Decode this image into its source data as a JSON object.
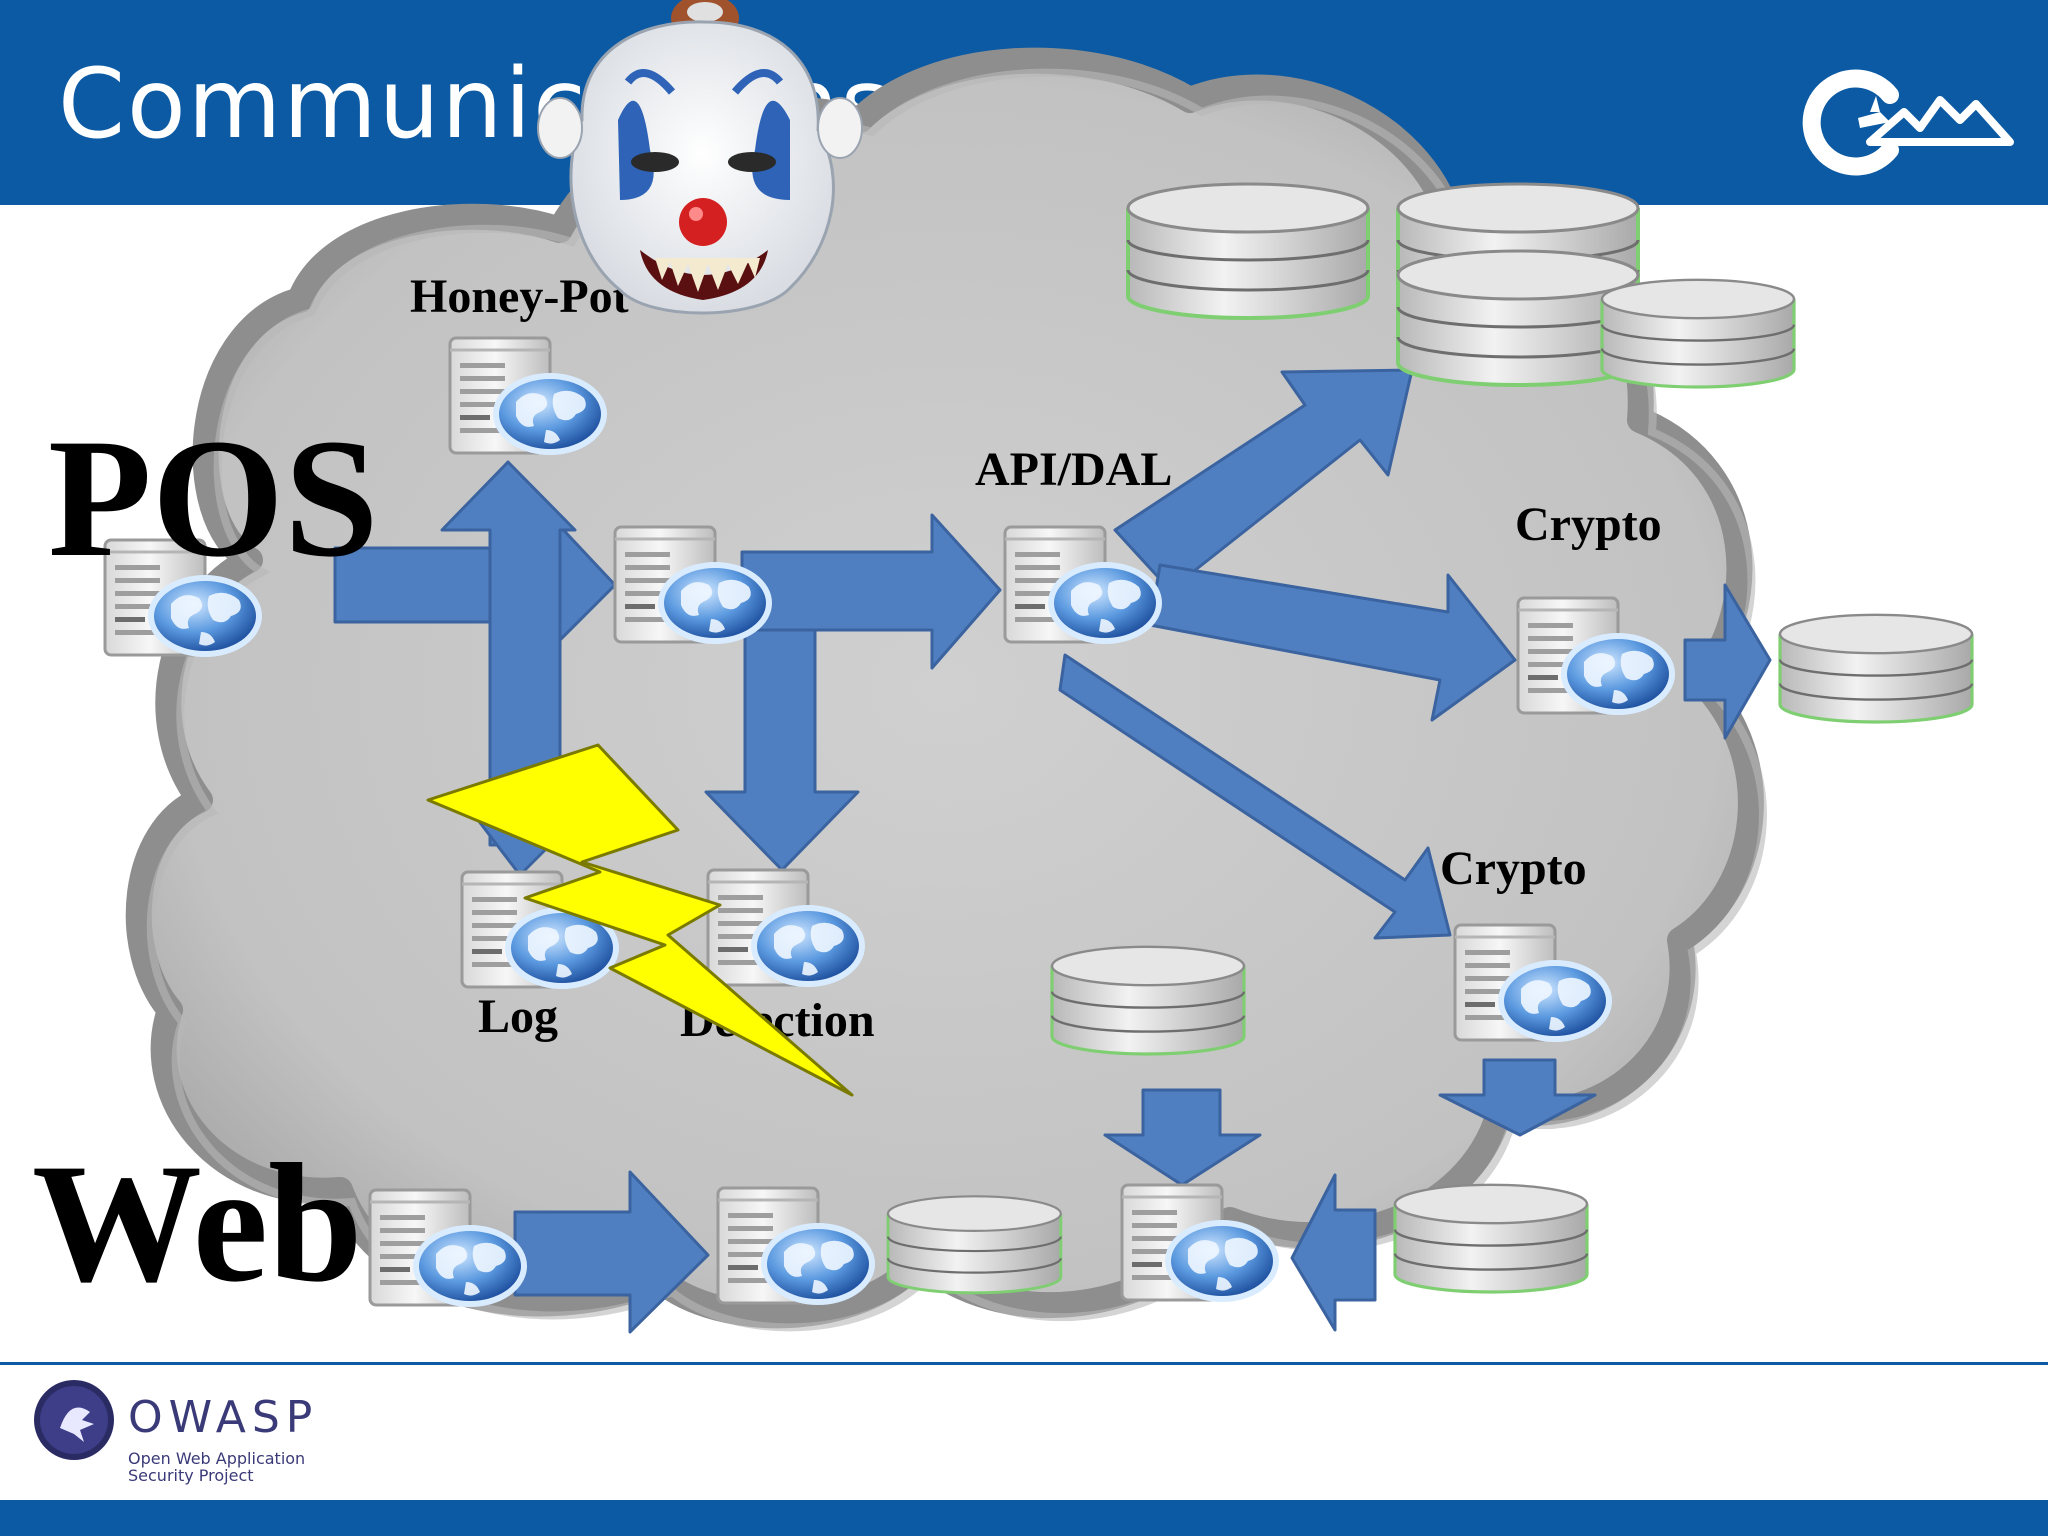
{
  "title": "Communications",
  "labels": {
    "honeypot": "Honey-Pot",
    "api": "API/DAL",
    "crypto1": "Crypto",
    "crypto2": "Crypto",
    "log": "Log",
    "detection": "Detection",
    "pos": "POS",
    "web": "Web"
  },
  "footer": {
    "logo_word": "OWASP",
    "logo_line1": "Open Web Application",
    "logo_line2": "Security Project"
  },
  "colors": {
    "header": "#0b5aa3",
    "arrow": "#4f7fc0",
    "arrow_stroke": "#3a63a0",
    "cloud": "#c4c4c4",
    "cloud_edge": "#8a8a8a",
    "bolt": "#ffff00",
    "db_glow": "#7fcf72"
  },
  "icons": [
    "server-globe-icon",
    "database-icon",
    "cloud-shape",
    "lightning-bolt",
    "clown-face",
    "brand-mountain-logo",
    "owasp-logo"
  ]
}
